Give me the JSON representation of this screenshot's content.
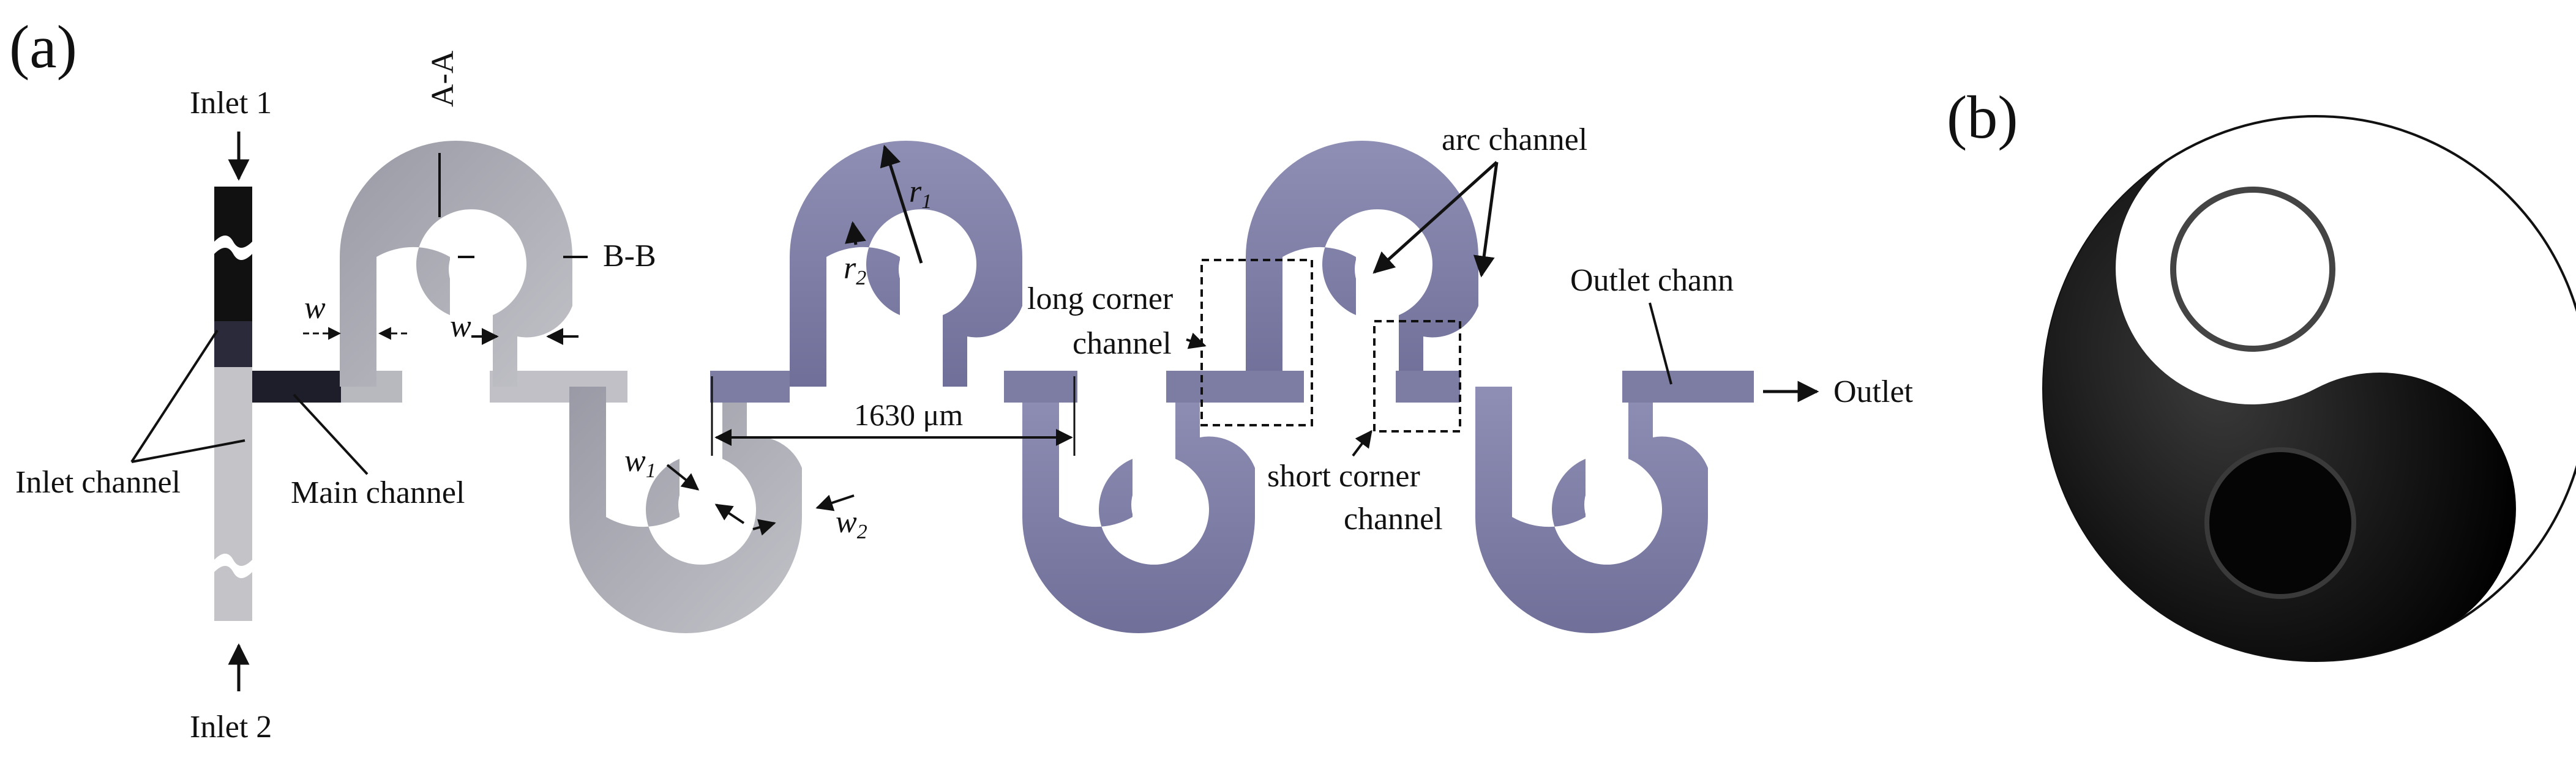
{
  "panel_a": {
    "label": "(a)",
    "inlet1": "Inlet 1",
    "inlet2": "Inlet 2",
    "inlet_channel": "Inlet channel",
    "main_channel": "Main channel",
    "section_aa": "A-A",
    "section_bb": "B-B",
    "w": "w",
    "w1": "w",
    "w1_sub": "1",
    "w2": "w",
    "w2_sub": "2",
    "r1": "r",
    "r1_sub": "1",
    "r2": "r",
    "r2_sub": "2",
    "distance": "1630 μm",
    "long_corner_1": "long corner",
    "long_corner_2": "channel",
    "arc_channel": "arc channel",
    "short_corner_1": "short corner",
    "short_corner_2": "channel",
    "outlet_channel": "Outlet chann",
    "outlet": "Outlet"
  },
  "panel_b": {
    "label": "(b)"
  },
  "colors": {
    "channel_purple": "#7f7fa6",
    "channel_light": "#c8c8cc",
    "inlet_black": "#111111"
  }
}
